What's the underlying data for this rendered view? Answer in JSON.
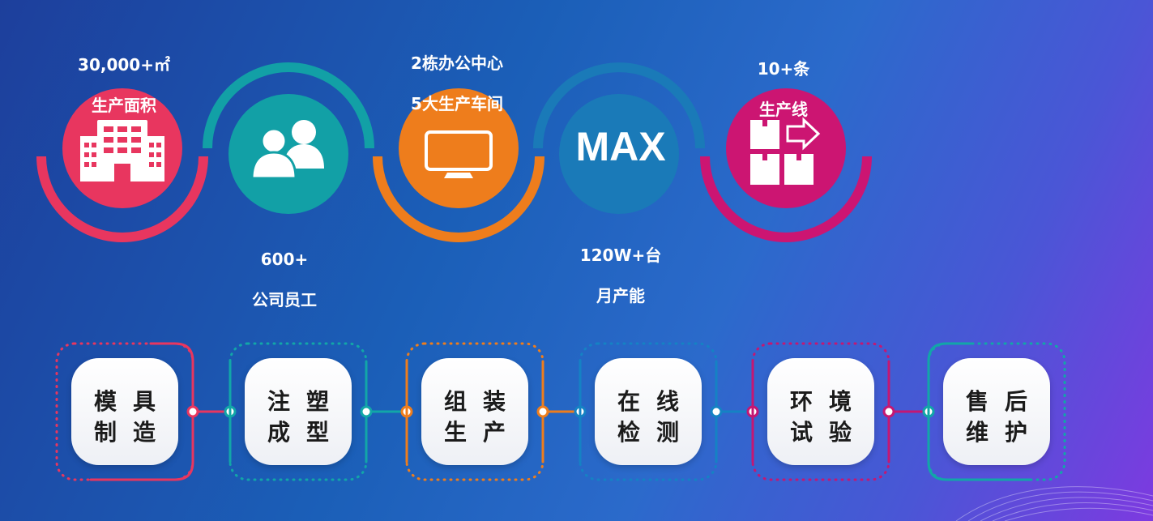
{
  "stats": [
    {
      "line1": "30,000+㎡",
      "line2": "生产面积",
      "color": "#e8365f",
      "icon": "building-icon"
    },
    {
      "line1": "600+",
      "line2": "公司员工",
      "color": "#12a0a6",
      "icon": "people-icon"
    },
    {
      "line1": "2栋办公中心",
      "line2": "5大生产车间",
      "color": "#ee7d1c",
      "icon": "monitor-icon"
    },
    {
      "line1": "120W+台",
      "line2": "月产能",
      "color": "#1a7ab8",
      "icon": "max-text",
      "badge": "MAX"
    },
    {
      "line1": "10+条",
      "line2": "生产线",
      "color": "#cc1572",
      "icon": "boxes-arrow-icon"
    }
  ],
  "process": [
    {
      "line1": "模具",
      "line2": "制造",
      "color": "#e8365f"
    },
    {
      "line1": "注塑",
      "line2": "成型",
      "color": "#12a6a8"
    },
    {
      "line1": "组装",
      "line2": "生产",
      "color": "#ee7d1c"
    },
    {
      "line1": "在线",
      "line2": "检测",
      "color": "#1582c4"
    },
    {
      "line1": "环境",
      "line2": "试验",
      "color": "#c41773"
    },
    {
      "line1": "售后",
      "line2": "维护",
      "color": "#12a6a8"
    }
  ]
}
